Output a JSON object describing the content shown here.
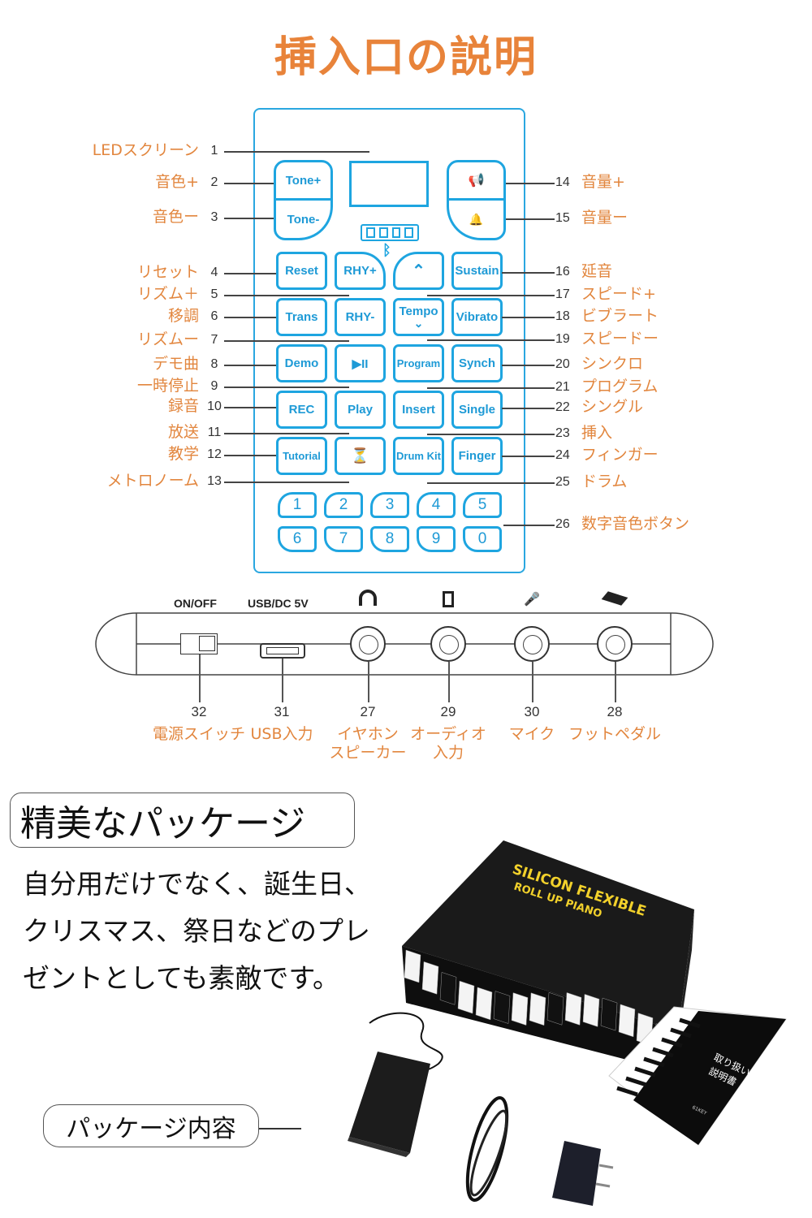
{
  "title": "挿入口の説明",
  "panel_buttons": {
    "tone_plus": "Tone+",
    "tone_minus": "Tone-",
    "reset": "Reset",
    "rhy_plus": "RHY+",
    "sustain": "Sustain",
    "trans": "Trans",
    "rhy_minus": "RHY-",
    "tempo": "Tempo",
    "vibrato": "Vibrato",
    "demo": "Demo",
    "program": "Program",
    "synch": "Synch",
    "rec": "REC",
    "play": "Play",
    "insert": "Insert",
    "single": "Single",
    "tutorial": "Tutorial",
    "drum_kit": "Drum Kit",
    "finger": "Finger",
    "play_pause_symbol": "▶II",
    "number_keys": [
      "1",
      "2",
      "3",
      "4",
      "5",
      "6",
      "7",
      "8",
      "9",
      "0"
    ]
  },
  "left_callouts": [
    {
      "num": "1",
      "label": "LEDスクリーン"
    },
    {
      "num": "2",
      "label": "音色+"
    },
    {
      "num": "3",
      "label": "音色ー"
    },
    {
      "num": "4",
      "label": "リセット"
    },
    {
      "num": "5",
      "label": "リズム＋"
    },
    {
      "num": "6",
      "label": "移調"
    },
    {
      "num": "7",
      "label": "リズムー"
    },
    {
      "num": "8",
      "label": "デモ曲"
    },
    {
      "num": "9",
      "label": "一時停止"
    },
    {
      "num": "10",
      "label": "録音"
    },
    {
      "num": "11",
      "label": "放送"
    },
    {
      "num": "12",
      "label": "教学"
    },
    {
      "num": "13",
      "label": "メトロノーム"
    }
  ],
  "right_callouts": [
    {
      "num": "14",
      "label": "音量+"
    },
    {
      "num": "15",
      "label": "音量ー"
    },
    {
      "num": "16",
      "label": "延音"
    },
    {
      "num": "17",
      "label": "スピード+"
    },
    {
      "num": "18",
      "label": "ビブラート"
    },
    {
      "num": "19",
      "label": "スピードー"
    },
    {
      "num": "20",
      "label": "シンクロ"
    },
    {
      "num": "21",
      "label": "プログラム"
    },
    {
      "num": "22",
      "label": "シングル"
    },
    {
      "num": "23",
      "label": "挿入"
    },
    {
      "num": "24",
      "label": "フィンガー"
    },
    {
      "num": "25",
      "label": "ドラム"
    },
    {
      "num": "26",
      "label": "数字音色ボタン"
    }
  ],
  "connectors": {
    "top_labels": {
      "onoff": "ON/OFF",
      "usb": "USB/DC 5V"
    },
    "ports": [
      {
        "num": "32",
        "label": "電源スイッチ",
        "icon": "power-switch"
      },
      {
        "num": "31",
        "label": "USB入力",
        "icon": "usb-port"
      },
      {
        "num": "27",
        "label": "イヤホン\nスピーカー",
        "icon": "headphones"
      },
      {
        "num": "29",
        "label": "オーディオ\n入力",
        "icon": "speaker"
      },
      {
        "num": "30",
        "label": "マイク",
        "icon": "microphone"
      },
      {
        "num": "28",
        "label": "フットペダル",
        "icon": "foot-pedal"
      }
    ]
  },
  "package": {
    "heading": "精美なパッケージ",
    "lines": [
      "自分用だけでなく、誕生日、",
      "クリスマス、祭日などのプレ",
      "ゼントとしても素敵です。"
    ],
    "contents_label": "パッケージ内容",
    "box_text_1": "SILICON FLEXIBLE",
    "box_text_2": "ROLL UP PIANO",
    "manual_title_1": "取り扱い",
    "manual_title_2": "説明書",
    "manual_brand": "61KEY"
  },
  "colors": {
    "accent": "#e2863e",
    "button_blue": "#1ea5e0"
  }
}
